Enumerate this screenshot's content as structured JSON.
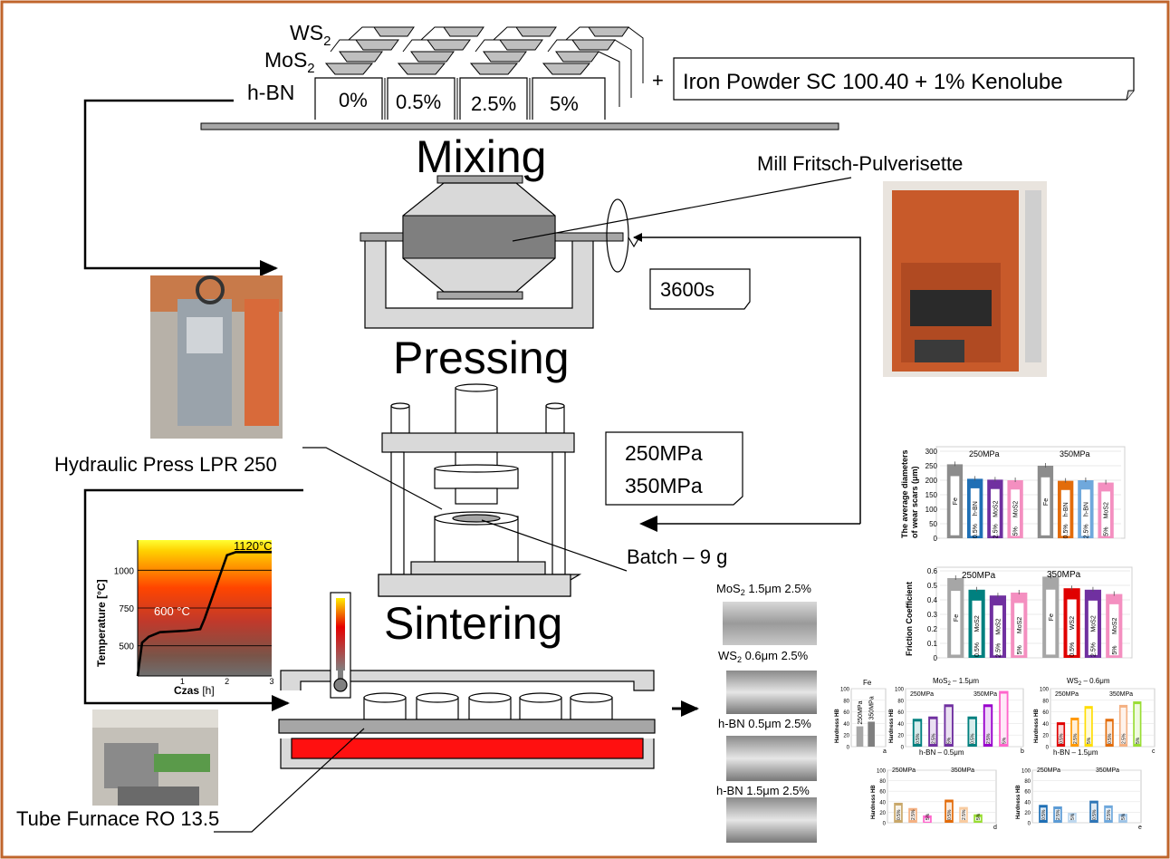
{
  "materials": {
    "ws2": "WS",
    "ws2_sub": "2",
    "mos2": "MoS",
    "mos2_sub": "2",
    "hbn": "h-BN",
    "plus": "+",
    "iron_powder": "Iron Powder  SC 100.40 + 1% Kenolube"
  },
  "percentages": [
    "0%",
    "0.5%",
    "2.5%",
    "5%"
  ],
  "stages": {
    "mixing": "Mixing",
    "pressing": "Pressing",
    "sintering": "Sintering"
  },
  "labels": {
    "mill": "Mill Fritsch-Pulverisette",
    "time": "3600s",
    "pressure1": "250MPa",
    "pressure2": "350MPa",
    "press": "Hydraulic Press LPR 250",
    "batch": "Batch – 9 g",
    "furnace": "Tube Furnace RO 13.5"
  },
  "temperature_chart": {
    "ylabel": "Temperature [°C]",
    "xlabel_bold": "Czas",
    "xlabel_unit": " [h]",
    "yticks": [
      "500",
      "750",
      "1000"
    ],
    "xticks": [
      "1",
      "2",
      "3"
    ],
    "ann_peak": "1120°C",
    "ann_hold": "600 °C"
  },
  "samples": {
    "s1": "MoS",
    "s1_sub": "2",
    "s1_rest": " 1.5μm 2.5%",
    "s2": "WS",
    "s2_sub": "2",
    "s2_rest": " 0.6μm 2.5%",
    "s3": "h-BN 0.5μm 2.5%",
    "s4": "h-BN 1.5μm 2.5%"
  },
  "wear_chart": {
    "ylabel1": "The average diameters",
    "ylabel2": "of wear scars (μm)",
    "group1": "250MPa",
    "group2": "350MPa",
    "yticks": [
      "0",
      "50",
      "100",
      "150",
      "200",
      "250",
      "300"
    ],
    "bars": [
      {
        "value": 255,
        "label": "Fe",
        "pct": "",
        "color": "#8c8c8c"
      },
      {
        "value": 205,
        "label": "h-BN",
        "pct": "0.5%",
        "color": "#1f6fb5"
      },
      {
        "value": 202,
        "label": "MoS2",
        "pct": "2.5%",
        "color": "#7030a0"
      },
      {
        "value": 200,
        "label": "MoS2",
        "pct": "5%",
        "color": "#f48fc0"
      },
      {
        "value": 250,
        "label": "Fe",
        "pct": "",
        "color": "#8c8c8c"
      },
      {
        "value": 198,
        "label": "h-BN",
        "pct": "0.5%",
        "color": "#e36c0a"
      },
      {
        "value": 200,
        "label": "h-BN",
        "pct": "2.5%",
        "color": "#6fa8dc"
      },
      {
        "value": 192,
        "label": "MoS2",
        "pct": "5%",
        "color": "#f48fc0"
      }
    ]
  },
  "friction_chart": {
    "ylabel": "Friction Coefficient",
    "group1": "250MPa",
    "group2": "350MPa",
    "yticks": [
      "0",
      "0.1",
      "0.2",
      "0.3",
      "0.4",
      "0.5",
      "0.6"
    ],
    "bars": [
      {
        "value": 0.55,
        "label": "Fe",
        "pct": "",
        "color": "#a6a6a6"
      },
      {
        "value": 0.47,
        "label": "MoS2",
        "pct": "0.5%",
        "color": "#00807f"
      },
      {
        "value": 0.43,
        "label": "MoS2",
        "pct": "2.5%",
        "color": "#7030a0"
      },
      {
        "value": 0.45,
        "label": "MoS2",
        "pct": "5%",
        "color": "#f48fc0"
      },
      {
        "value": 0.56,
        "label": "Fe",
        "pct": "",
        "color": "#a6a6a6"
      },
      {
        "value": 0.48,
        "label": "WS2",
        "pct": "0.5%",
        "color": "#e00000"
      },
      {
        "value": 0.47,
        "label": "MoS2",
        "pct": "2.5%",
        "color": "#7030a0"
      },
      {
        "value": 0.44,
        "label": "MoS2",
        "pct": "5%",
        "color": "#f48fc0"
      }
    ]
  },
  "hardness_charts": {
    "ylabel": "Hardness HB",
    "fe": {
      "title": "Fe",
      "letter": "a",
      "yticks": [
        "0",
        "20",
        "40",
        "60",
        "80",
        "100"
      ],
      "labels": [
        "250MPa",
        "350MPa"
      ],
      "values": [
        35,
        43
      ],
      "colors": [
        "#a6a6a6",
        "#7f7f7f"
      ]
    },
    "b": {
      "title": "MoS",
      "title_sub": "2",
      "title_rest": " – 1.5μm",
      "letter": "b",
      "group1": "250MPa",
      "group2": "350MPa",
      "yticks": [
        "0",
        "20",
        "40",
        "60",
        "80",
        "100"
      ],
      "pcts": [
        "0.5%",
        "2.5%",
        "5%",
        "0.5%",
        "2.5%",
        "5%"
      ],
      "values": [
        48,
        52,
        73,
        52,
        73,
        96
      ],
      "colors": [
        "#00807f",
        "#7030a0",
        "#7030a0",
        "#00807f",
        "#9900cc",
        "#ff66cc"
      ]
    },
    "c": {
      "title": "WS",
      "title_sub": "2",
      "title_rest": " – 0.6μm",
      "letter": "c",
      "group1": "250MPa",
      "group2": "350MPa",
      "yticks": [
        "0",
        "20",
        "40",
        "60",
        "80",
        "100"
      ],
      "pcts": [
        "0.5%",
        "2.5%",
        "5%",
        "0.5%",
        "2.5%",
        "5%"
      ],
      "values": [
        42,
        50,
        70,
        48,
        72,
        78
      ],
      "colors": [
        "#e00000",
        "#ff9900",
        "#ffdd00",
        "#e36c0a",
        "#f4b183",
        "#99dd33"
      ]
    },
    "d": {
      "title": "h-BN – 0.5μm",
      "letter": "d",
      "group1": "250MPa",
      "group2": "350MPa",
      "yticks": [
        "0",
        "20",
        "40",
        "60",
        "80",
        "100"
      ],
      "pcts": [
        "0.5%",
        "2.5%",
        "5%",
        "0.5%",
        "2.5%",
        "5%"
      ],
      "values": [
        38,
        28,
        14,
        44,
        30,
        16
      ],
      "colors": [
        "#c9a86a",
        "#f4b183",
        "#ff66cc",
        "#e36c0a",
        "#f8cba0",
        "#99dd33"
      ]
    },
    "e": {
      "title": "h-BN – 1.5μm",
      "letter": "e",
      "group1": "250MPa",
      "group2": "350MPa",
      "yticks": [
        "0",
        "20",
        "40",
        "60",
        "80",
        "100"
      ],
      "pcts": [
        "0.5%",
        "2.5%",
        "5%",
        "0.5%",
        "2.5%",
        "5%"
      ],
      "values": [
        34,
        31,
        19,
        42,
        33,
        17
      ],
      "colors": [
        "#1f6fb5",
        "#5b9bd5",
        "#bdd7ee",
        "#2e75b6",
        "#6fa8dc",
        "#9dc3e6"
      ]
    }
  },
  "colors": {
    "frame": "#c0652c",
    "furnace_red": "#ff1010",
    "drum_dark": "#7f7f7f",
    "tray": "#bfbfbf"
  }
}
